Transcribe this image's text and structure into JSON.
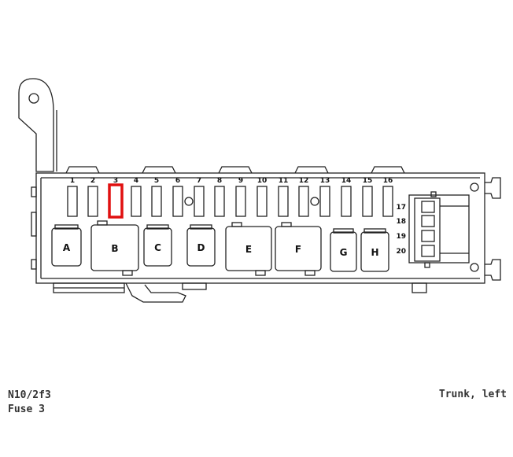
{
  "colors": {
    "line": "#222222",
    "highlight": "#e01010",
    "background": "#ffffff"
  },
  "highlighted_fuse": "3",
  "fuse_numbers": [
    "1",
    "2",
    "3",
    "4",
    "5",
    "6",
    "7",
    "8",
    "9",
    "10",
    "11",
    "12",
    "13",
    "14",
    "15",
    "16"
  ],
  "side_fuse_numbers": [
    "17",
    "18",
    "19",
    "20"
  ],
  "relays": [
    "A",
    "B",
    "C",
    "D",
    "E",
    "F",
    "G",
    "H"
  ],
  "caption": {
    "component": "N10/2f3",
    "fuse": "Fuse 3",
    "location": "Trunk, left"
  }
}
